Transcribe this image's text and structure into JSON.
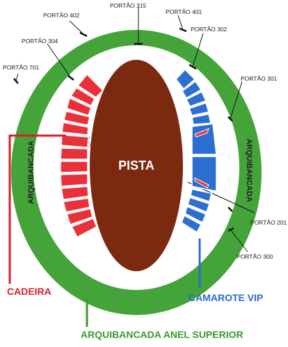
{
  "gates": {
    "g402": "PORTÃO 402",
    "g315": "PORTÃO 315",
    "g401": "PORTÃO 401",
    "g302": "PORTÃO 302",
    "g304": "PORTÃO 304",
    "g701": "PORTÃO 701",
    "g301": "PORTÃO 301",
    "g201": "PORTÃO 201",
    "g300": "PORTÃO 300"
  },
  "labels": {
    "pista": "PISTA",
    "arquibancada_left": "ARQUIBANCADA",
    "arquibancada_right": "ARQUIBANCADA"
  },
  "legend": {
    "cadeira": "CADEIRA",
    "camarote_vip": "CAMAROTE VIP",
    "arquibancada_anel_superior": "ARQUIBANCADA ANEL SUPERIOR"
  },
  "colors": {
    "ring": "#44a43a",
    "pista": "#7b2a10",
    "cadeira": "#e8313a",
    "camarote": "#2c6fd1",
    "legend_red": "#d81f2a",
    "legend_blue": "#2a6bcf",
    "legend_green": "#3a9a2f"
  }
}
